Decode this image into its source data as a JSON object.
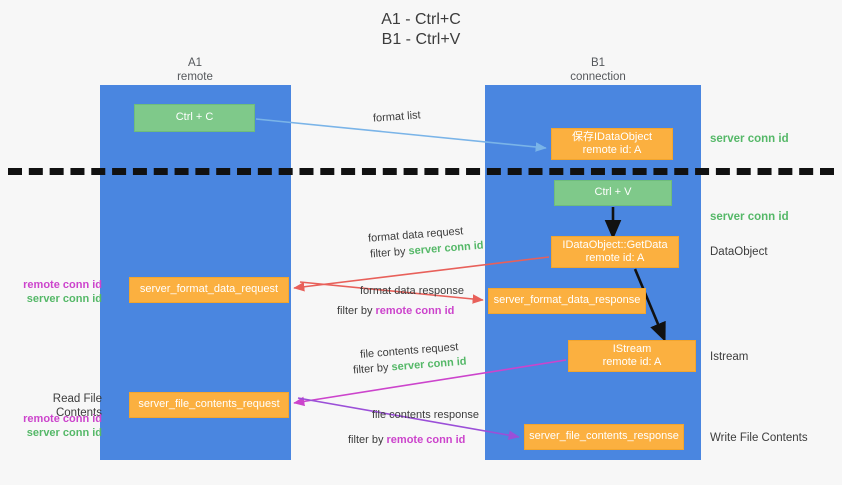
{
  "title": {
    "line1": "A1 - Ctrl+C",
    "line2": "B1 - Ctrl+V"
  },
  "colors": {
    "lane": "#4a86e0",
    "box_green": "#7fc98a",
    "box_orange": "#fbb040",
    "server_conn_id": "#55b868",
    "remote_conn_id": "#cc44cc",
    "background": "#f7f7f7",
    "arrow_blue": "#7ab4e8",
    "arrow_red": "#e8605a",
    "arrow_magenta": "#cc44cc",
    "arrow_purple": "#9b4fd8",
    "arrow_black": "#111111"
  },
  "lanes": [
    {
      "id": "a1",
      "title": "A1",
      "subtitle": "remote"
    },
    {
      "id": "b1",
      "title": "B1",
      "subtitle": "connection"
    }
  ],
  "boxes": {
    "ctrl_c": {
      "label": "Ctrl + C",
      "color": "green"
    },
    "ctrl_v": {
      "label": "Ctrl + V",
      "color": "green"
    },
    "idataobject": {
      "line1": "保存IDataObject",
      "line2": "remote id: A",
      "color": "orange"
    },
    "getdata": {
      "line1": "IDataObject::GetData",
      "line2": "remote id: A",
      "color": "orange"
    },
    "istream": {
      "line1": "IStream",
      "line2": "remote id: A",
      "color": "orange"
    },
    "format_data_request": {
      "label": "server_format_data_request",
      "color": "orange"
    },
    "format_data_response": {
      "label": "server_format_data_response",
      "color": "orange"
    },
    "file_contents_request": {
      "label": "server_file_contents_request",
      "color": "orange"
    },
    "file_contents_response": {
      "label": "server_file_contents_response",
      "color": "orange"
    }
  },
  "edge_labels": {
    "format_list": "format list",
    "format_data_request": "format data request",
    "format_data_response": "format data response",
    "file_contents_request": "file contents request",
    "file_contents_response": "file contents response",
    "filter_by": "filter by ",
    "server_conn_id": "server conn id",
    "remote_conn_id": "remote conn id"
  },
  "side_labels": {
    "server_conn_id_top": "server conn id",
    "server_conn_id_mid": "server conn id",
    "dataobject": "DataObject",
    "istream": "Istream",
    "write_file_contents": "Write File Contents",
    "read_file_contents": "Read File Contents",
    "remote_conn_id": "remote conn id",
    "server_conn_id": "server conn id"
  }
}
